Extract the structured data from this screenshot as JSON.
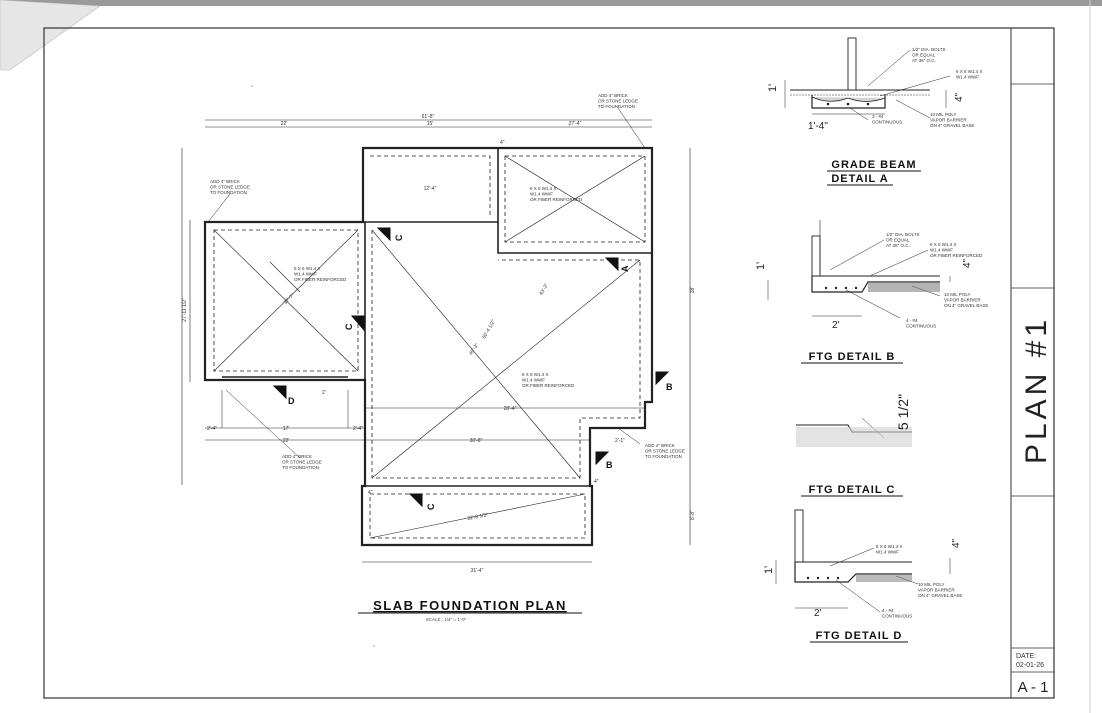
{
  "sheet": {
    "plan_label": "PLAN #1",
    "date_label": "DATE:",
    "date_value": "02-01-26",
    "sheet_number": "A - 1"
  },
  "main_plan": {
    "title": "SLAB FOUNDATION PLAN",
    "scale": "SCALE : 1/4\" = 1'-0\"",
    "dims": {
      "overall_width": "61'-8\"",
      "left_seg": "22'",
      "mid_seg": "15'",
      "right_seg": "27'-4\"",
      "top_box_width": "12'-4\"",
      "left_depth": "27'-11 1/2\"",
      "bottom_17": "17'",
      "bottom_2_4_a": "2'-4\"",
      "bottom_2_4_b": "2'-4\"",
      "bottom_22": "22'",
      "bottom_30": "30'-8\"",
      "bottom_2_1": "2'-1\"",
      "porch_width": "31'-4\"",
      "diag_porch": "32'-8 1/2\"",
      "diag_main": "60'-4 1/2\"",
      "diag_b": "49'-3\"",
      "diag_a": "43'-3\"",
      "diag_left": "37'-7\"",
      "seg_28_4": "28'-4\"",
      "small_2": "2'",
      "small_4a": "4\"",
      "small_4b": "4\"",
      "small_4c": "4\"",
      "right_total": "38'",
      "bottom_right": "8'-8\""
    },
    "notes": {
      "brick_top": "ADD 4\" BRICK\nOR STONE LEDGE\nTO FOUNDATION",
      "brick_left": "ADD 4\" BRICK\nOR STONE LEDGE\nTO FOUNDATION",
      "brick_bottom_left": "ADD 4\" BRICK\nOR STONE LEDGE\nTO FOUNDATION",
      "brick_right": "ADD 4\" BRICK\nOR STONE LEDGE\nTO FOUNDATION",
      "wwf_garage": "6 X 6 W1.4 X\nW1.4 WWF\nOR FIBER REINFORCED",
      "wwf_top_right": "6 X 6 W1.4 X\nW1.4 WWF\nOR FIBER REINFORCED",
      "wwf_main": "6 X 6 W1.4 X\nW1.4 WWF\nOR FIBER REINFORCED"
    },
    "markers": {
      "c_top": "C",
      "a_right": "A",
      "c_left": "C",
      "d_bottom": "D",
      "b_right": "B",
      "b_lower": "B",
      "c_porch": "C"
    }
  },
  "details": {
    "grade_beam": {
      "title_line1": "GRADE BEAM",
      "title_line2": "DETAIL A",
      "dim_height": "1'",
      "dim_width": "1'-4\"",
      "dim_slab": "4\"",
      "note_bolts": "1/2\" DIA. BOLTS\nOR EQUAL\nAT 36\" O.C.",
      "note_wwf": "6 X 6 W1.4 X\nW1.4 WWF",
      "note_rebar": "3 - #4\nCONTINUOUS",
      "note_vapor": "10 MIL POLY\nVAPOR BARRIER\nON 4\" GRAVEL BASE"
    },
    "ftg_b": {
      "title": "FTG DETAIL B",
      "dim_height": "1'",
      "dim_width": "2'",
      "dim_slab": "4\"",
      "note_bolts": "1/2\" DIA. BOLTS\nOR EQUAL\nAT 36\" O.C.",
      "note_wwf": "6 X 6 W1.4 X\nW1.4 WWF\nOR FIBER REINFORCED",
      "note_rebar": "4 - #4\nCONTINUOUS",
      "note_vapor": "10 MIL POLY\nVAPOR BARRIER\nON 4\" GRAVEL BASE"
    },
    "ftg_c": {
      "title": "FTG DETAIL C",
      "dim_drop": "5 1/2\""
    },
    "ftg_d": {
      "title": "FTG DETAIL D",
      "dim_height": "1'",
      "dim_width": "2'",
      "dim_slab": "4\"",
      "note_wwf": "6 X 6 W1.4 X\nW1.4 WWF",
      "note_rebar": "4 - #4\nCONTINUOUS",
      "note_vapor": "10 MIL POLY\nVAPOR BARRIER\nON 4\" GRAVEL BASE"
    }
  }
}
